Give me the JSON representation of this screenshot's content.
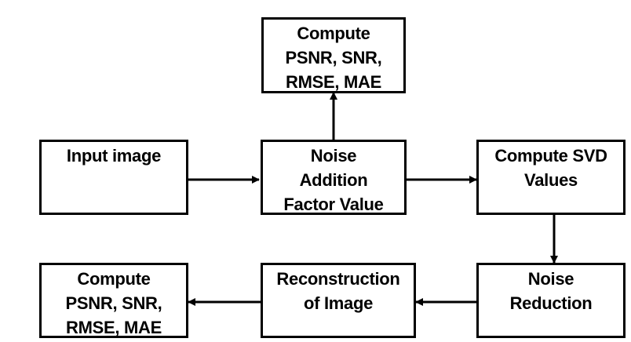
{
  "nodes": {
    "metrics_top": {
      "lines": [
        "Compute",
        "PSNR, SNR,",
        "RMSE, MAE"
      ]
    },
    "input": {
      "lines": [
        "Input image"
      ]
    },
    "noise_addition": {
      "lines": [
        "Noise",
        "Addition",
        "Factor Value"
      ]
    },
    "svd": {
      "lines": [
        "Compute SVD",
        "Values"
      ]
    },
    "noise_reduction": {
      "lines": [
        "Noise",
        "Reduction"
      ]
    },
    "reconstruction": {
      "lines": [
        "Reconstruction",
        "of Image"
      ]
    },
    "metrics_bottom": {
      "lines": [
        "Compute",
        "PSNR, SNR,",
        "RMSE, MAE"
      ]
    }
  },
  "edges": [
    {
      "from": "input",
      "to": "noise_addition"
    },
    {
      "from": "noise_addition",
      "to": "metrics_top"
    },
    {
      "from": "noise_addition",
      "to": "svd"
    },
    {
      "from": "svd",
      "to": "noise_reduction"
    },
    {
      "from": "noise_reduction",
      "to": "reconstruction"
    },
    {
      "from": "reconstruction",
      "to": "metrics_bottom"
    }
  ]
}
